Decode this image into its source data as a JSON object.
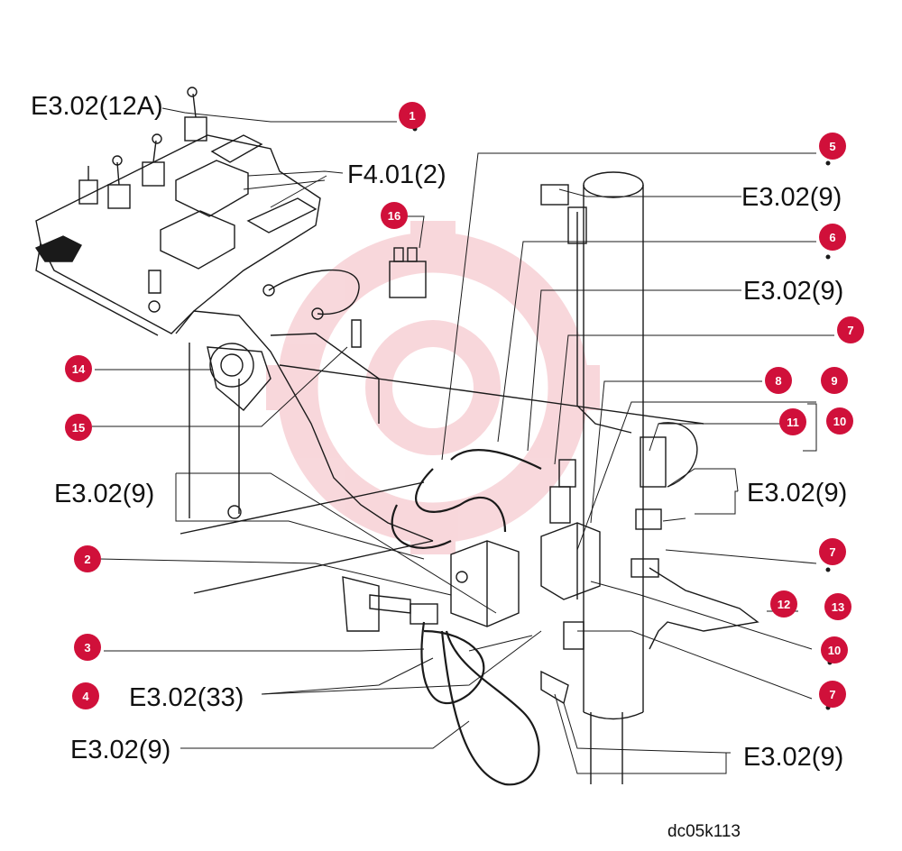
{
  "callouts": {
    "c1": "1",
    "c2": "2",
    "c3": "3",
    "c4": "4",
    "c5": "5",
    "c6": "6",
    "c7a": "7",
    "c7b": "7",
    "c7c": "7",
    "c8": "8",
    "c9": "9",
    "c10a": "10",
    "c10b": "10",
    "c11": "11",
    "c12": "12",
    "c13": "13",
    "c14": "14",
    "c15": "15",
    "c16": "16"
  },
  "refs": {
    "r_e302_12a": "E3.02(12A)",
    "r_f401_2": "F4.01(2)",
    "r_e302_9_a": "E3.02(9)",
    "r_e302_9_b": "E3.02(9)",
    "r_e302_9_c": "E3.02(9)",
    "r_e302_9_d": "E3.02(9)",
    "r_e302_33": "E3.02(33)",
    "r_e302_9_e": "E3.02(9)",
    "r_e302_9_f": "E3.02(9)"
  },
  "drawing_code": "dc05k113",
  "colors": {
    "callout": "#d0103a",
    "line": "#1a1a1a",
    "watermark": "#f3b8bf"
  }
}
